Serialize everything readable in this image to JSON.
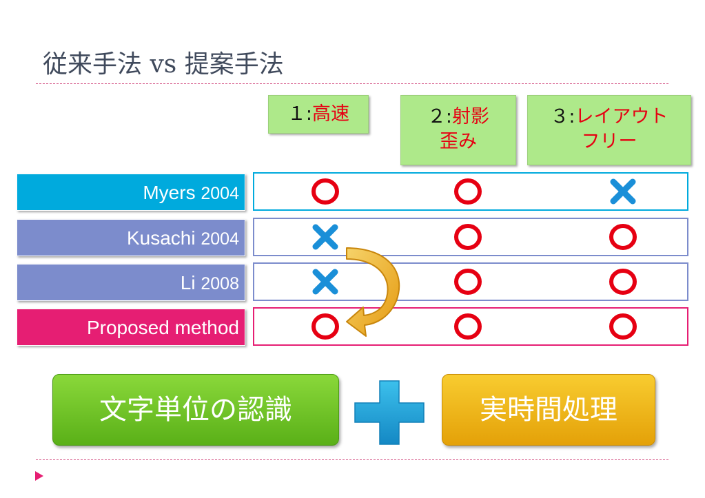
{
  "slide": {
    "title": "従来手法 vs 提案手法"
  },
  "criteria": [
    {
      "number": "１:",
      "line1": "高速",
      "line2": ""
    },
    {
      "number": "２:",
      "line1": "射影",
      "line2": "歪み"
    },
    {
      "number": "３:",
      "line1": "レイアウト",
      "line2": "フリー"
    }
  ],
  "rows": [
    {
      "name": "Myers",
      "year": "2004",
      "color": "#00aadd",
      "border": "#00aadd",
      "marks": [
        "circle",
        "circle",
        "cross"
      ]
    },
    {
      "name": "Kusachi",
      "year": "2004",
      "color": "#7c8ccc",
      "border": "#7c8ccc",
      "marks": [
        "cross",
        "circle",
        "circle"
      ]
    },
    {
      "name": "Li",
      "year": "2008",
      "color": "#7c8ccc",
      "border": "#7c8ccc",
      "marks": [
        "cross",
        "circle",
        "circle"
      ]
    },
    {
      "name": "Proposed method",
      "year": "",
      "color": "#e61e73",
      "border": "#e61e73",
      "marks": [
        "circle",
        "circle",
        "circle"
      ]
    }
  ],
  "bottom": {
    "left_label": "文字単位の認識",
    "right_label": "実時間処理"
  },
  "colors": {
    "circle": "#e60012",
    "cross": "#1a8fd8",
    "plus": "#1aa0d8",
    "arrow": "#f0b020"
  }
}
